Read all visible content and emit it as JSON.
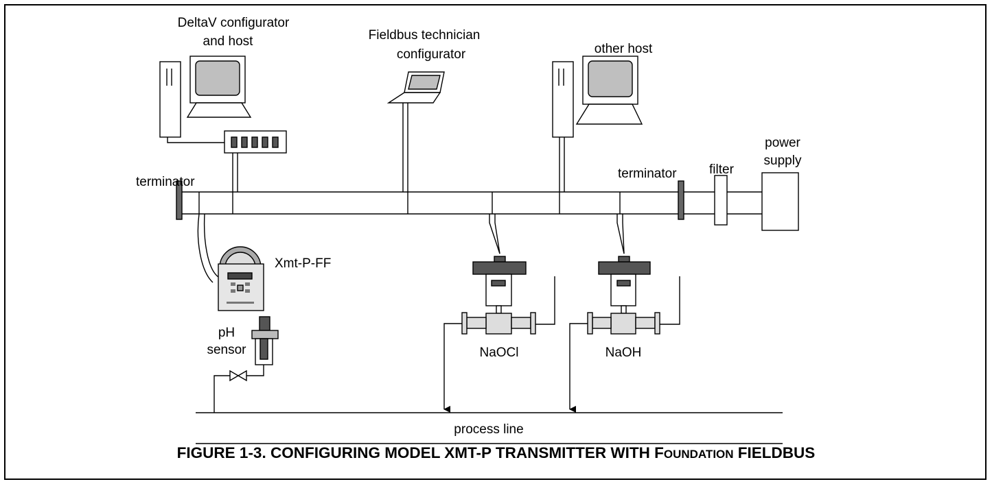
{
  "labels": {
    "deltav_line1": "DeltaV configurator",
    "deltav_line2": "and host",
    "technician_line1": "Fieldbus technician",
    "technician_line2": "configurator",
    "other_host": "other host",
    "terminator_left": "terminator",
    "terminator_right": "terminator",
    "filter": "filter",
    "power_line1": "power",
    "power_line2": "supply",
    "xmt": "Xmt-P-FF",
    "ph_line1": "pH",
    "ph_line2": "sensor",
    "naocl": "NaOCl",
    "naoh": "NaOH",
    "process_line": "process line"
  },
  "caption": {
    "main": "FIGURE 1-3. CONFIGURING MODEL XMT-P TRANSMITTER WITH ",
    "foundation_initial": "F",
    "foundation_rest": "OUNDATION",
    "end": " FIELDBUS"
  },
  "colors": {
    "line": "#000000",
    "screen_fill": "#bfbfbf",
    "terminator_fill": "#666666",
    "valve_actuator": "#555555",
    "pipe_fill": "#dddddd"
  }
}
